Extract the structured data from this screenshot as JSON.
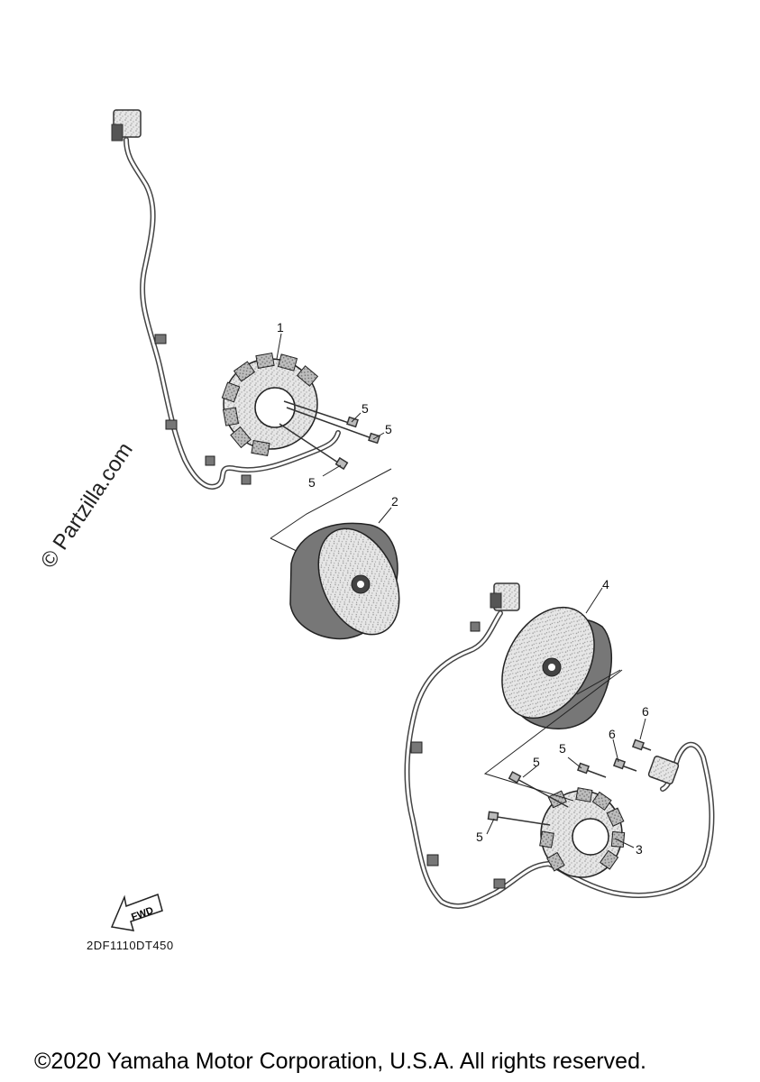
{
  "callouts": {
    "c1": "1",
    "c2": "2",
    "c3": "3",
    "c4": "4",
    "c5": "5",
    "c6": "6"
  },
  "fwd_arrow_label": "FWD",
  "part_code": "2DF1110DT450",
  "watermark": "© Partzilla.com",
  "copyright": "©2020 Yamaha Motor Corporation, U.S.A. All rights reserved."
}
